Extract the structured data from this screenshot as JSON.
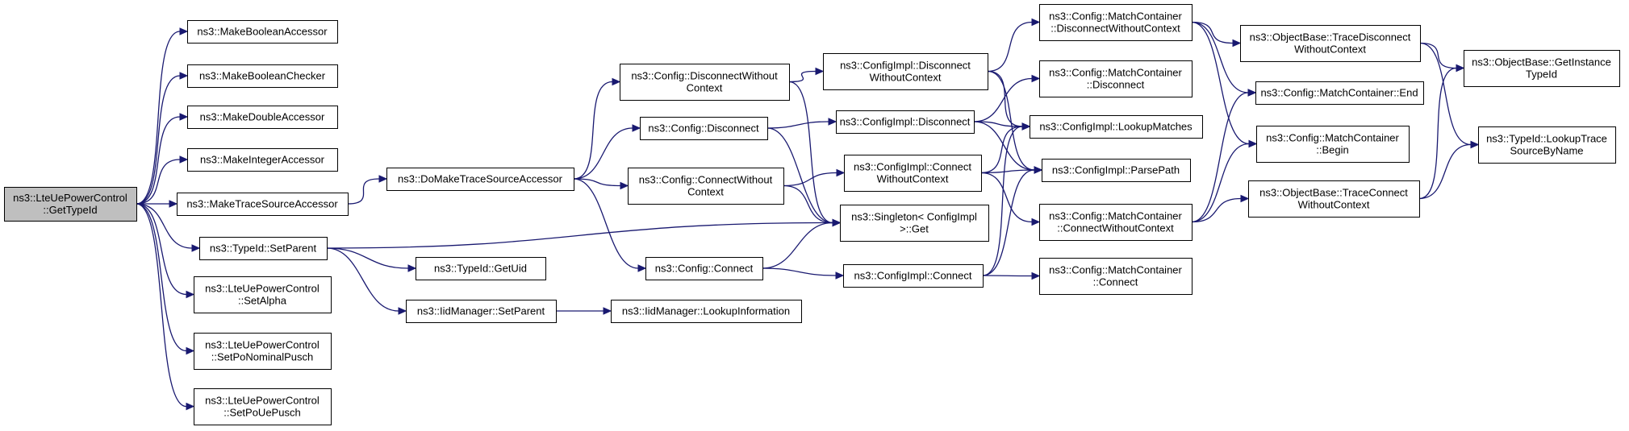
{
  "graph": {
    "nodes": [
      {
        "id": "root",
        "lines": [
          "ns3::LteUePowerControl",
          "::GetTypeId"
        ],
        "root": true
      },
      {
        "id": "mba",
        "lines": [
          "ns3::MakeBooleanAccessor"
        ]
      },
      {
        "id": "mbc",
        "lines": [
          "ns3::MakeBooleanChecker"
        ]
      },
      {
        "id": "mda",
        "lines": [
          "ns3::MakeDoubleAccessor"
        ]
      },
      {
        "id": "mia",
        "lines": [
          "ns3::MakeIntegerAccessor"
        ]
      },
      {
        "id": "mtsa",
        "lines": [
          "ns3::MakeTraceSourceAccessor"
        ]
      },
      {
        "id": "tsp",
        "lines": [
          "ns3::TypeId::SetParent"
        ]
      },
      {
        "id": "sal",
        "lines": [
          "ns3::LteUePowerControl",
          "::SetAlpha"
        ]
      },
      {
        "id": "spn",
        "lines": [
          "ns3::LteUePowerControl",
          "::SetPoNominalPusch"
        ]
      },
      {
        "id": "spu",
        "lines": [
          "ns3::LteUePowerControl",
          "::SetPoUePusch"
        ]
      },
      {
        "id": "dmtsa",
        "lines": [
          "ns3::DoMakeTraceSourceAccessor"
        ]
      },
      {
        "id": "guid",
        "lines": [
          "ns3::TypeId::GetUid"
        ]
      },
      {
        "id": "imsp",
        "lines": [
          "ns3::IidManager::SetParent"
        ]
      },
      {
        "id": "imli",
        "lines": [
          "ns3::IidManager::LookupInformation"
        ]
      },
      {
        "id": "cdwc",
        "lines": [
          "ns3::Config::DisconnectWithout",
          "Context"
        ]
      },
      {
        "id": "cdis",
        "lines": [
          "ns3::Config::Disconnect"
        ]
      },
      {
        "id": "ccwc",
        "lines": [
          "ns3::Config::ConnectWithout",
          "Context"
        ]
      },
      {
        "id": "ccon",
        "lines": [
          "ns3::Config::Connect"
        ]
      },
      {
        "id": "cidwc",
        "lines": [
          "ns3::ConfigImpl::Disconnect",
          "WithoutContext"
        ]
      },
      {
        "id": "cidis",
        "lines": [
          "ns3::ConfigImpl::Disconnect"
        ]
      },
      {
        "id": "cicwc",
        "lines": [
          "ns3::ConfigImpl::Connect",
          "WithoutContext"
        ]
      },
      {
        "id": "sget",
        "lines": [
          "ns3::Singleton< ConfigImpl",
          " >::Get"
        ]
      },
      {
        "id": "cicon",
        "lines": [
          "ns3::ConfigImpl::Connect"
        ]
      },
      {
        "id": "mcdwc",
        "lines": [
          "ns3::Config::MatchContainer",
          "::DisconnectWithoutContext"
        ]
      },
      {
        "id": "mcdis",
        "lines": [
          "ns3::Config::MatchContainer",
          "::Disconnect"
        ]
      },
      {
        "id": "lm",
        "lines": [
          "ns3::ConfigImpl::LookupMatches"
        ]
      },
      {
        "id": "pp",
        "lines": [
          "ns3::ConfigImpl::ParsePath"
        ]
      },
      {
        "id": "mccwc",
        "lines": [
          "ns3::Config::MatchContainer",
          "::ConnectWithoutContext"
        ]
      },
      {
        "id": "mccon",
        "lines": [
          "ns3::Config::MatchContainer",
          "::Connect"
        ]
      },
      {
        "id": "obtdwc",
        "lines": [
          "ns3::ObjectBase::TraceDisconnect",
          "WithoutContext"
        ]
      },
      {
        "id": "mcend",
        "lines": [
          "ns3::Config::MatchContainer::End"
        ]
      },
      {
        "id": "mcbeg",
        "lines": [
          "ns3::Config::MatchContainer",
          "::Begin"
        ]
      },
      {
        "id": "obtcwc",
        "lines": [
          "ns3::ObjectBase::TraceConnect",
          "WithoutContext"
        ]
      },
      {
        "id": "obgit",
        "lines": [
          "ns3::ObjectBase::GetInstance",
          "TypeId"
        ]
      },
      {
        "id": "tilts",
        "lines": [
          "ns3::TypeId::LookupTrace",
          "SourceByName"
        ]
      }
    ],
    "edges": [
      [
        "root",
        "mba"
      ],
      [
        "root",
        "mbc"
      ],
      [
        "root",
        "mda"
      ],
      [
        "root",
        "mia"
      ],
      [
        "root",
        "mtsa"
      ],
      [
        "root",
        "tsp"
      ],
      [
        "root",
        "sal"
      ],
      [
        "root",
        "spn"
      ],
      [
        "root",
        "spu"
      ],
      [
        "mtsa",
        "dmtsa"
      ],
      [
        "tsp",
        "guid"
      ],
      [
        "tsp",
        "imsp"
      ],
      [
        "tsp",
        "sget"
      ],
      [
        "imsp",
        "imli"
      ],
      [
        "dmtsa",
        "cdwc"
      ],
      [
        "dmtsa",
        "cdis"
      ],
      [
        "dmtsa",
        "ccwc"
      ],
      [
        "dmtsa",
        "ccon"
      ],
      [
        "cdwc",
        "cidwc"
      ],
      [
        "cdwc",
        "sget"
      ],
      [
        "cdis",
        "cidis"
      ],
      [
        "cdis",
        "sget"
      ],
      [
        "ccwc",
        "cicwc"
      ],
      [
        "ccwc",
        "sget"
      ],
      [
        "ccon",
        "sget"
      ],
      [
        "ccon",
        "cicon"
      ],
      [
        "cidwc",
        "mcdwc"
      ],
      [
        "cidwc",
        "lm"
      ],
      [
        "cidwc",
        "pp"
      ],
      [
        "cidis",
        "mcdis"
      ],
      [
        "cidis",
        "lm"
      ],
      [
        "cidis",
        "pp"
      ],
      [
        "cicwc",
        "lm"
      ],
      [
        "cicwc",
        "pp"
      ],
      [
        "cicwc",
        "mccwc"
      ],
      [
        "cicon",
        "lm"
      ],
      [
        "cicon",
        "pp"
      ],
      [
        "cicon",
        "mccon"
      ],
      [
        "mcdwc",
        "obtdwc"
      ],
      [
        "mcdwc",
        "mcend"
      ],
      [
        "mcdwc",
        "mcbeg"
      ],
      [
        "mccwc",
        "mcend"
      ],
      [
        "mccwc",
        "mcbeg"
      ],
      [
        "mccwc",
        "obtcwc"
      ],
      [
        "obtdwc",
        "obgit"
      ],
      [
        "obtdwc",
        "tilts"
      ],
      [
        "obtcwc",
        "obgit"
      ],
      [
        "obtcwc",
        "tilts"
      ]
    ]
  }
}
